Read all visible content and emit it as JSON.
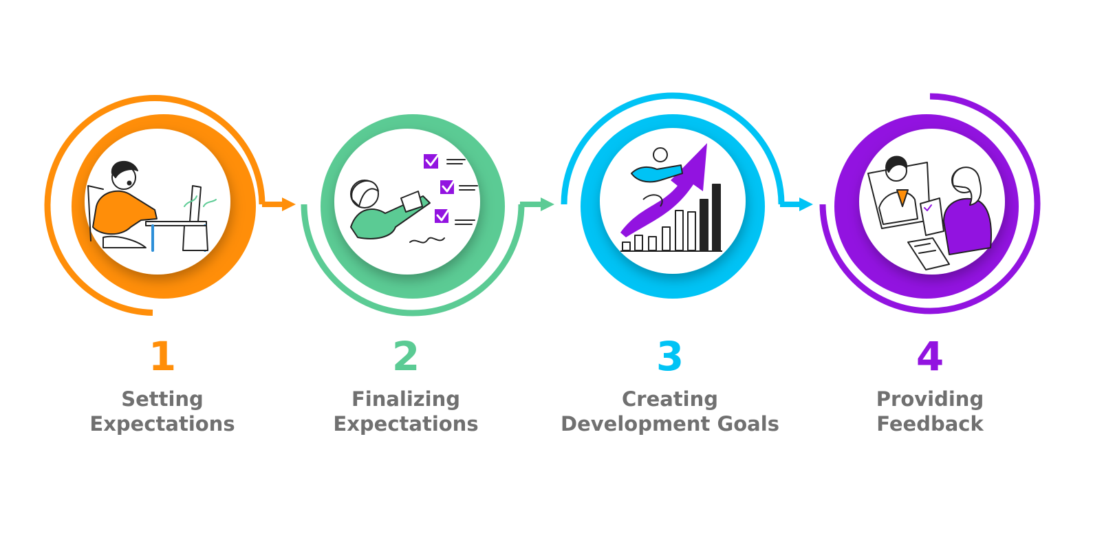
{
  "steps": [
    {
      "number": "1",
      "title_line1": "Setting",
      "title_line2": "Expectations",
      "color": "#FF8E09",
      "illustration": "person-at-laptop"
    },
    {
      "number": "2",
      "title_line1": "Finalizing",
      "title_line2": "Expectations",
      "color": "#5BCB94",
      "illustration": "checklist-writing"
    },
    {
      "number": "3",
      "title_line1": "Creating",
      "title_line2": "Development Goals",
      "color": "#00C3F5",
      "illustration": "growth-chart-arrow"
    },
    {
      "number": "4",
      "title_line1": "Providing",
      "title_line2": "Feedback",
      "color": "#9213E0",
      "illustration": "feedback-meeting"
    }
  ]
}
